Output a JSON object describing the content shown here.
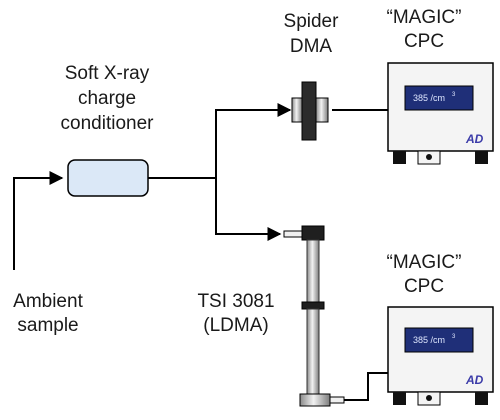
{
  "labels": {
    "ambient": [
      "Ambient",
      "sample"
    ],
    "conditioner": [
      "Soft X-ray",
      "charge",
      "conditioner"
    ],
    "spider": [
      "Spider",
      "DMA"
    ],
    "tsi": [
      "TSI 3081",
      "(LDMA)"
    ],
    "cpc_top": [
      "“MAGIC”",
      "CPC"
    ],
    "cpc_bottom": [
      "“MAGIC”",
      "CPC"
    ]
  },
  "cpc_display": {
    "value": "385 /cm",
    "exponent": "3"
  },
  "logo": "AD",
  "colors": {
    "conditioner_fill": "#dbe8f7",
    "display_fill": "#1f2f78",
    "logo": "#3a3aa8"
  }
}
